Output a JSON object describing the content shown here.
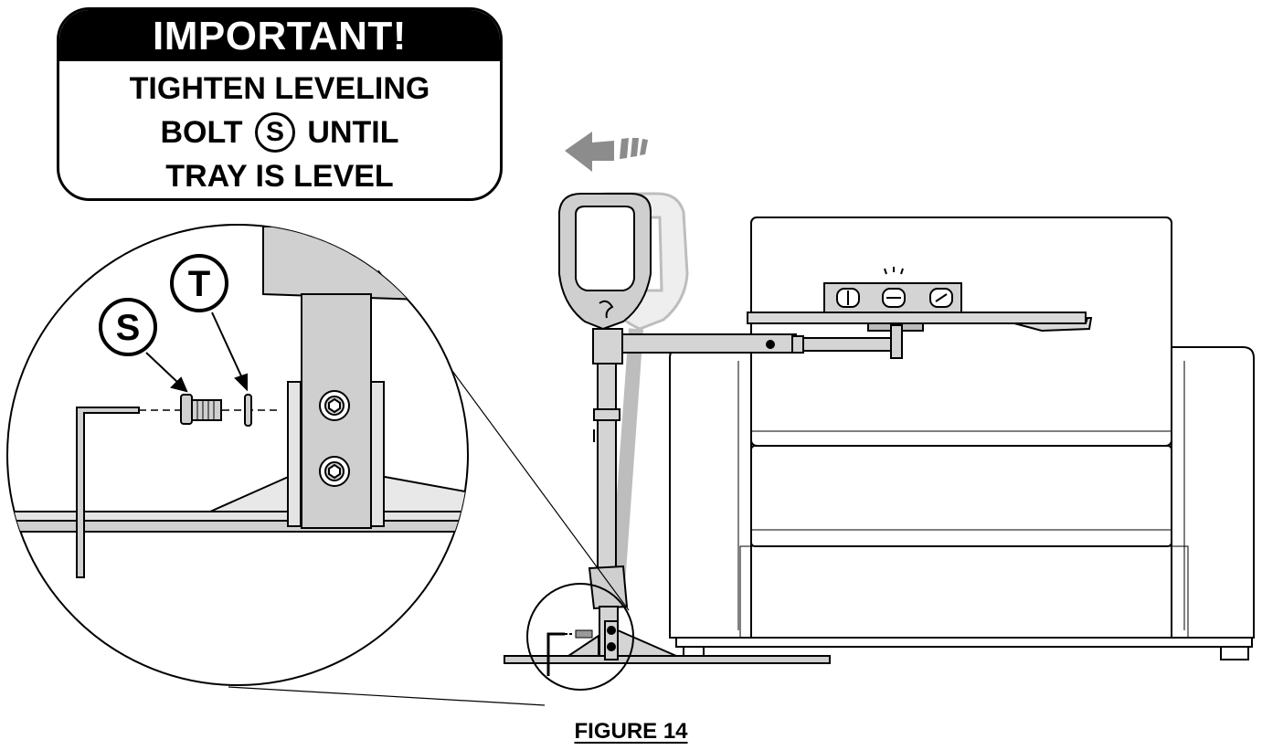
{
  "callout": {
    "heading": "IMPORTANT!",
    "line1": "TIGHTEN LEVELING",
    "line2_before": "BOLT",
    "line2_circled": "S",
    "line2_after": "UNTIL",
    "line3": "TRAY IS LEVEL"
  },
  "labels": {
    "bolt": "S",
    "washer": "T"
  },
  "figure_caption": "FIGURE 14",
  "colors": {
    "line": "#000000",
    "metal_fill": "#cfcfcf",
    "ghost": "#bdbdbd",
    "arrow": "#8c8c8c"
  }
}
